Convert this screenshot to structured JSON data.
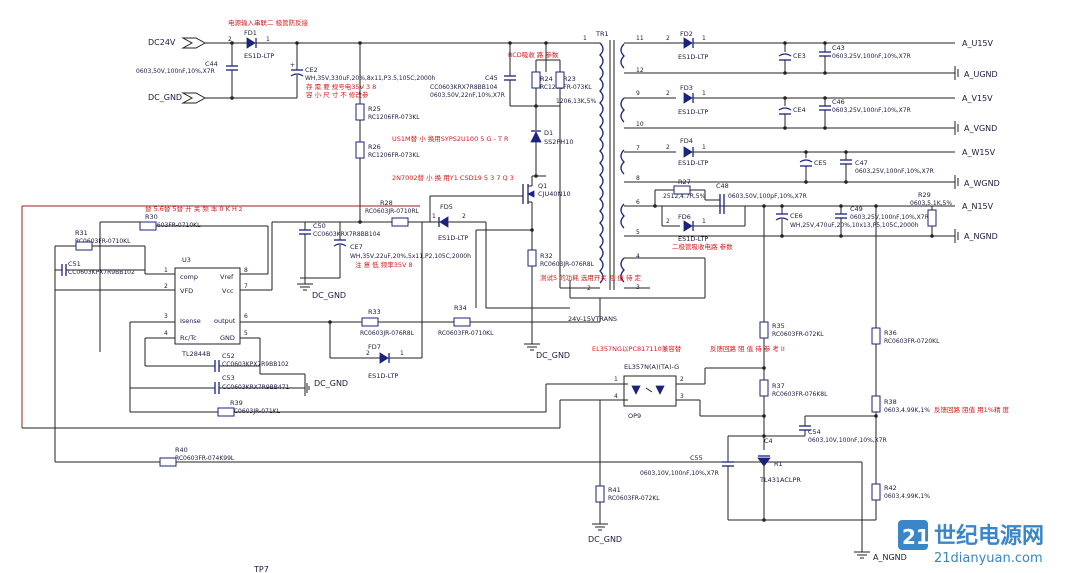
{
  "nets": {
    "dc24v": "DC24V",
    "dc_gnd": "DC_GND",
    "a_u15v": "A_U15V",
    "a_ugnd": "A_UGND",
    "a_v15v": "A_V15V",
    "a_vgnd": "A_VGND",
    "a_w15v": "A_W15V",
    "a_wgnd": "A_WGND",
    "a_n15v": "A_N15V",
    "a_ngnd": "A_NGND",
    "a_ngnd_bottom": "A_NGND",
    "dc_gnd_mid": "DC_GND",
    "dc_gnd_u3": "DC_GND",
    "dc_gnd_c53": "DC_GND",
    "dc_gnd_r41": "DC_GND",
    "dc_gnd_q1": "DC_GND",
    "tp7": "TP7"
  },
  "components": {
    "fd1": {
      "ref": "FD1",
      "val": "ES1D-LTP"
    },
    "fd2": {
      "ref": "FD2",
      "val": "ES1D-LTP"
    },
    "fd3": {
      "ref": "FD3",
      "val": "ES1D-LTP"
    },
    "fd4": {
      "ref": "FD4",
      "val": "ES1D-LTP"
    },
    "fd5": {
      "ref": "FD5",
      "val": "ES1D-LTP"
    },
    "fd6": {
      "ref": "FD6",
      "val": "ES1D-LTP"
    },
    "fd7": {
      "ref": "FD7",
      "val": "ES1D-LTP"
    },
    "c44": {
      "ref": "C44",
      "val": "0603,50V,100nF,10%,X7R"
    },
    "ce2": {
      "ref": "CE2",
      "val": "WH,35V,330uF,20%,8x11,P3.5,105C,2000h"
    },
    "c45": {
      "ref": "C45",
      "val": "CC0603KRX7R8BB104"
    },
    "c45b": {
      "val": "0603,50V,22nF,10%,X7R"
    },
    "r24": {
      "ref": "R24",
      "val": "RC1206FR-073KL"
    },
    "r23": {
      "ref": "R23",
      "val": "1206,13K,5%"
    },
    "r25": {
      "ref": "R25",
      "val": "RC1206FR-073KL"
    },
    "r26": {
      "ref": "R26",
      "val": "RC1206FR-073KL"
    },
    "d1": {
      "ref": "D1",
      "val": "SS2PH10"
    },
    "q1": {
      "ref": "Q1",
      "val": "CJU40N10"
    },
    "r28": {
      "ref": "R28",
      "val": "RC0603JR-0710RL"
    },
    "r30": {
      "ref": "R30",
      "val": "RC0603FR-0710KL"
    },
    "r31": {
      "ref": "R31",
      "val": "RC0603FR-0710KL"
    },
    "c51": {
      "ref": "C51",
      "val": "CC0603KPX7R9BB102"
    },
    "c50": {
      "ref": "C50",
      "val": "CC0603KRX7R8BB104"
    },
    "ce7": {
      "ref": "CE7",
      "val": "WH,35V,22uF,20%,5x11,P2,105C,2000h"
    },
    "u3": {
      "ref": "U3",
      "part": "TL2844B"
    },
    "r32": {
      "ref": "R32",
      "val": "RC0603JR-076R8L"
    },
    "r33": {
      "ref": "R33",
      "val": "RC0603JR-076R8L"
    },
    "r34": {
      "ref": "R34",
      "val": "RC0603FR-0710KL"
    },
    "c52": {
      "ref": "C52",
      "val": "CC0603KPX7R9BB102"
    },
    "c53": {
      "ref": "C53",
      "val": "CC0603KRX7R9BB471"
    },
    "r39": {
      "ref": "R39",
      "val": "RC0603JR-071KL"
    },
    "r40": {
      "ref": "R40",
      "val": "RC0603FR-074K99L"
    },
    "tr1": {
      "ref": "TR1",
      "val": "24V-15VTRANS"
    },
    "ce3": {
      "ref": "CE3"
    },
    "c43": {
      "ref": "C43",
      "val": "0603,25V,100nF,10%,X7R"
    },
    "ce4": {
      "ref": "CE4"
    },
    "c46": {
      "ref": "C46",
      "val": "0603,25V,100nF,10%,X7R"
    },
    "ce5": {
      "ref": "CE5"
    },
    "c47": {
      "ref": "C47",
      "val": "0603,25V,100nF,10%,X7R"
    },
    "r27": {
      "ref": "R27",
      "val": "2512,4.7R,5%"
    },
    "c48": {
      "ref": "C48",
      "val": "0603,50V,100pF,10%,X7R"
    },
    "ce6": {
      "ref": "CE6",
      "val": "WH,25V,470uF,20%,10x13,P5,105C,2000h"
    },
    "c49": {
      "ref": "C49",
      "val": "0603,25V,100nF,10%,X7R"
    },
    "r29": {
      "ref": "R29",
      "val": "0603,5.1K,5%"
    },
    "r35": {
      "ref": "R35",
      "val": "RC0603FR-072KL"
    },
    "r36": {
      "ref": "R36",
      "val": "RC0603FR-0720KL"
    },
    "r37": {
      "ref": "R37",
      "val": "RC0603FR-076K8L"
    },
    "r38": {
      "ref": "R38",
      "val": "0603,4.99K,1%"
    },
    "op9": {
      "ref": "OP9",
      "val": "EL357N(A)(TA)-G"
    },
    "c4": {
      "ref": "C4"
    },
    "c54": {
      "ref": "C54",
      "val": "0603,10V,100nF,10%,X7R"
    },
    "c55": {
      "ref": "C55",
      "val": "0603,10V,100nF,10%,X7R"
    },
    "r1": {
      "ref": "R1",
      "val": "TL431ACLPR"
    },
    "r41": {
      "ref": "R41",
      "val": "RC0603FR-072KL"
    },
    "r42": {
      "ref": "R42",
      "val": "0603,4.99K,1%"
    }
  },
  "u3_pins": {
    "comp": "comp",
    "vfd": "VFD",
    "isense": "Isense",
    "rctc": "Rc/Tc",
    "vref": "Vref",
    "vcc": "Vcc",
    "output": "output",
    "gnd": "GND"
  },
  "notes": {
    "n1": "电源输入串联二 极管防反接",
    "n2": "存 需 要   规号电35V 3 8",
    "n3": "容 小 尺 寸 不 修改参",
    "n4": "RCD吸收 路 参数",
    "n5": "US1M替 小 换用SYPS2U100 5 G - T R",
    "n6": "2N7002替 小 换 用Y1 CSD19 5 3 7 Q 3",
    "n7": "替 5.6替 5替 开 关 频 率 0 K H z",
    "n8": "注 意 低 频率35V 8",
    "n9": "测试5 的功耗 选用开关 阻 值 待 定",
    "n10": "二极管吸收电路 参数",
    "n11": "EL357NG以PC817110兼容替",
    "n12": "反馈回路 阻 值 待 参 考 II",
    "n13": "反馈回路 阻值 用1%精 度"
  },
  "watermark": {
    "name": "世纪电源网",
    "url": "21dianyuan.com",
    "badge": "21"
  }
}
